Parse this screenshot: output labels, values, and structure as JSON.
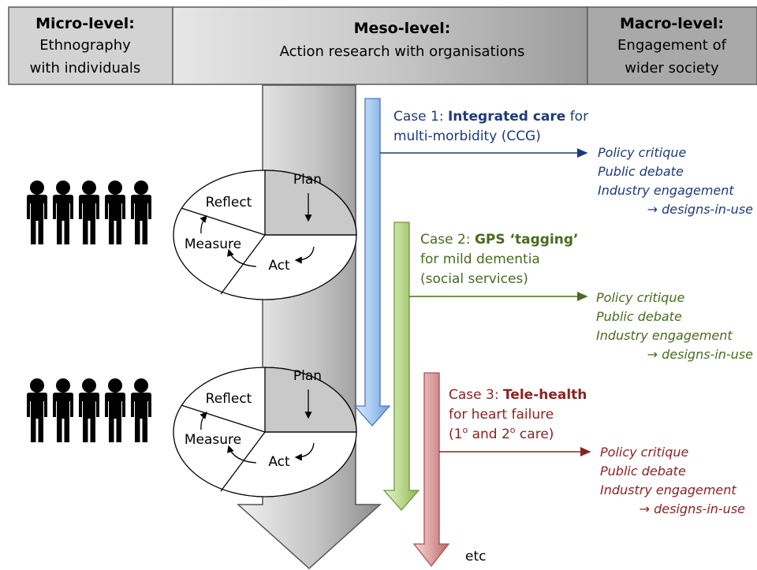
{
  "header": {
    "micro": {
      "title": "Micro-level:",
      "line1": "Ethnography",
      "line2": "with individuals"
    },
    "meso": {
      "title": "Meso-level:",
      "line1": "Action research with organisations"
    },
    "macro": {
      "title": "Macro-level:",
      "line1": "Engagement of",
      "line2": "wider society"
    }
  },
  "cycle": {
    "plan": "Plan",
    "reflect": "Reflect",
    "measure": "Measure",
    "act": "Act"
  },
  "cases": [
    {
      "prefix": "Case 1: ",
      "highlight": "Integrated care",
      "suffix": " for",
      "line2": "multi-morbidity (CCG)",
      "color": "#1f3a7a",
      "arrow_fill": "#9cc3f0",
      "arrow_stroke": "#4a78b8"
    },
    {
      "prefix": "Case 2: ",
      "highlight": "GPS ‘tagging’",
      "suffix": "",
      "line2": "for mild dementia",
      "line3": "(social services)",
      "color": "#4a6b1e",
      "arrow_fill": "#b8d68c",
      "arrow_stroke": "#6f9a3a"
    },
    {
      "prefix": "Case 3: ",
      "highlight": "Tele-health",
      "suffix": "",
      "line2": "for heart failure",
      "line3_base1": "(1",
      "line3_sup1": "o",
      "line3_mid": "  and 2",
      "line3_sup2": "o",
      "line3_end": " care)",
      "color": "#8b2323",
      "arrow_fill": "#dca0a0",
      "arrow_stroke": "#a85050"
    }
  ],
  "outcomes": {
    "line1": "Policy critique",
    "line2": "Public debate",
    "line3": "Industry engagement",
    "line4": "→ designs-in-use"
  },
  "etc": "etc",
  "colors": {
    "header_bg": "#d4d4d4",
    "header_border": "#6a6a6a",
    "main_arrow_light": "#eeeeee",
    "main_arrow_dark": "#9a9a9a",
    "people": "#000000"
  }
}
